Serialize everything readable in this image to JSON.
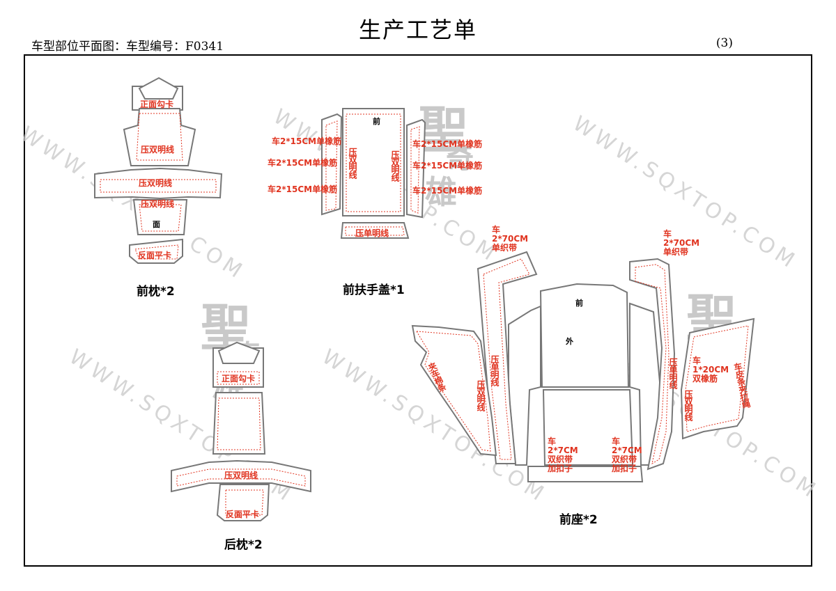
{
  "header": {
    "title": "生产工艺单",
    "subtitle": "车型部位平面图：车型编号：F0341",
    "page_no": "(3)"
  },
  "watermark": {
    "text": "WWW.SQXTOP.COM",
    "logo_a": "聖",
    "logo_b": "奇",
    "logo_c": "雄"
  },
  "sections": {
    "front_pillow": {
      "caption": "前枕*2",
      "labels": {
        "top": "正面勾卡",
        "stitch1": "压双明线",
        "stitch2": "压双明线",
        "stitch3": "压双明线",
        "face": "面",
        "bottom": "反面平卡"
      }
    },
    "armrest": {
      "caption": "前扶手盖*1",
      "labels": {
        "front": "前",
        "left1": "车2*15CM单橡筋",
        "left2": "车2*15CM单橡筋",
        "left3": "车2*15CM单橡筋",
        "right1": "车2*15CM单橡筋",
        "right2": "车2*15CM单橡筋",
        "right3": "车2*15CM单橡筋",
        "vleft": "压双明线",
        "vright": "压双明线",
        "bottom": "压单明线"
      }
    },
    "rear_pillow": {
      "caption": "后枕*2",
      "labels": {
        "top": "正面勾卡",
        "stitch": "压双明线",
        "bottom": "反面平卡"
      }
    },
    "front_seat": {
      "caption": "前座*2",
      "labels": {
        "front": "前",
        "outer": "外",
        "web_left": "车2*70CM单织带",
        "web_right": "车2*70CM单织带",
        "clip": "夹车棉条",
        "dbl_left": "压双明线",
        "sgl_left": "压单明线",
        "sgl_right": "压单明线",
        "dbl_right": "压双明线",
        "elastic": "车1*20CM双橡筋",
        "zipper": "车皮条夹拉绳",
        "buckle_left": "车2*7CM双织带加扣子",
        "buckle_right": "车2*7CM双织带加扣子"
      }
    }
  },
  "colors": {
    "stitch": "#e0331f",
    "outline": "#777777",
    "label": "#e0331f"
  }
}
